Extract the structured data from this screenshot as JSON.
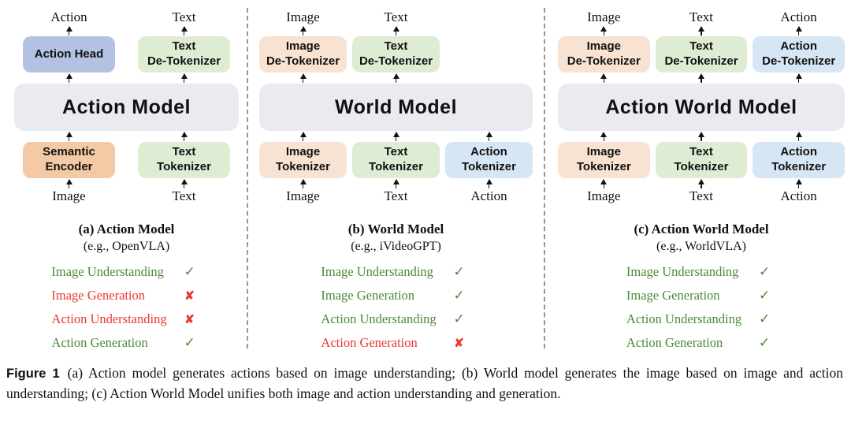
{
  "colors": {
    "box_orange_strong": "#f3caa5",
    "box_peach": "#f8e3d2",
    "box_green": "#dfecd4",
    "box_blue_light": "#d7e6f4",
    "box_blue_strong": "#b3c2e2",
    "box_model_gray": "#e9ebf0",
    "check_green": "#4c8a36",
    "cross_red": "#e8392e",
    "divider_gray": "#979797"
  },
  "panels": [
    {
      "model_label": "Action Model",
      "top_labels": [
        "Action",
        "Text"
      ],
      "top_boxes": [
        {
          "label": "Action Head"
        },
        {
          "label": "Text\nDe-Tokenizer"
        }
      ],
      "bottom_boxes": [
        {
          "label": "Semantic\nEncoder"
        },
        {
          "label": "Text\nTokenizer"
        }
      ],
      "bottom_labels": [
        "Image",
        "Text"
      ],
      "caption_title": "(a) Action Model",
      "caption_subtitle": "(e.g., OpenVLA)",
      "capabilities": [
        {
          "label": "Image Understanding",
          "supported": true,
          "mark": "✓"
        },
        {
          "label": "Image Generation",
          "supported": false,
          "mark": "✘"
        },
        {
          "label": "Action Understanding",
          "supported": false,
          "mark": "✘"
        },
        {
          "label": "Action Generation",
          "supported": true,
          "mark": "✓"
        }
      ]
    },
    {
      "model_label": "World Model",
      "top_labels": [
        "Image",
        "Text"
      ],
      "top_boxes": [
        {
          "label": "Image\nDe-Tokenizer"
        },
        {
          "label": "Text\nDe-Tokenizer"
        }
      ],
      "bottom_boxes": [
        {
          "label": "Image\nTokenizer"
        },
        {
          "label": "Text\nTokenizer"
        },
        {
          "label": "Action\nTokenizer"
        }
      ],
      "bottom_labels": [
        "Image",
        "Text",
        "Action"
      ],
      "caption_title": "(b) World Model",
      "caption_subtitle": "(e.g., iVideoGPT)",
      "capabilities": [
        {
          "label": "Image Understanding",
          "supported": true,
          "mark": "✓"
        },
        {
          "label": "Image Generation",
          "supported": true,
          "mark": "✓"
        },
        {
          "label": "Action Understanding",
          "supported": true,
          "mark": "✓"
        },
        {
          "label": "Action Generation",
          "supported": false,
          "mark": "✘"
        }
      ]
    },
    {
      "model_label": "Action World Model",
      "top_labels": [
        "Image",
        "Text",
        "Action"
      ],
      "top_boxes": [
        {
          "label": "Image\nDe-Tokenizer"
        },
        {
          "label": "Text\nDe-Tokenizer"
        },
        {
          "label": "Action\nDe-Tokenizer"
        }
      ],
      "bottom_boxes": [
        {
          "label": "Image\nTokenizer"
        },
        {
          "label": "Text\nTokenizer"
        },
        {
          "label": "Action\nTokenizer"
        }
      ],
      "bottom_labels": [
        "Image",
        "Text",
        "Action"
      ],
      "caption_title": "(c) Action World Model",
      "caption_subtitle": "(e.g., WorldVLA)",
      "capabilities": [
        {
          "label": "Image Understanding",
          "supported": true,
          "mark": "✓"
        },
        {
          "label": "Image Generation",
          "supported": true,
          "mark": "✓"
        },
        {
          "label": "Action Understanding",
          "supported": true,
          "mark": "✓"
        },
        {
          "label": "Action Generation",
          "supported": true,
          "mark": "✓"
        }
      ]
    }
  ],
  "caption": {
    "tag": "Figure 1",
    "text": "(a) Action model generates actions based on image understanding; (b) World model generates the image based on image and action understanding; (c) Action World Model unifies both image and action understanding and generation."
  }
}
